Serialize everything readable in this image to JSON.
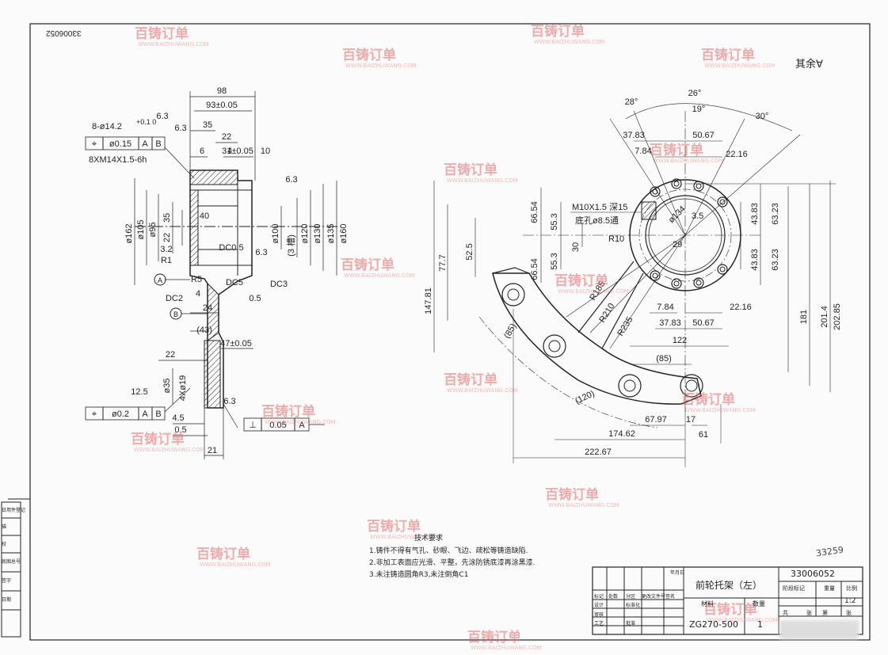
{
  "drawing": {
    "top_left_number": "33006052",
    "roughness_note": "其余∀",
    "handwritten": "33259"
  },
  "left_view": {
    "callout_hole": "8-ø14.2",
    "callout_hole_tol": "+0.1 0",
    "callout_thread": "8XM14X1.5-6h",
    "fcf1": {
      "symbol": "⌖",
      "tol": "ø0.15",
      "datum1": "A",
      "datum2": "B"
    },
    "fcf2": {
      "symbol": "⌖",
      "tol": "ø0.2",
      "datum1": "A",
      "datum2": "B"
    },
    "fcf3": {
      "symbol": "⊥",
      "tol": "0.05",
      "datum1": "A"
    },
    "dims_h": [
      "98",
      "93±0.05",
      "35",
      "22",
      "4",
      "31±0.05",
      "10",
      "6",
      "4",
      "24",
      "(43)",
      "22",
      "47±0.05",
      "4.5",
      "0.5",
      "21",
      "0.5"
    ],
    "dims_v": [
      "ø162",
      "ø105",
      "ø95",
      "35",
      "22",
      "ø100",
      "(3 槽)",
      "ø120",
      "ø130",
      "ø135",
      "ø160",
      "ø35",
      "4Xø19"
    ],
    "labels": [
      "40",
      "R5",
      "R1",
      "DC2",
      "DC5",
      "DC3",
      "DC0.5",
      "3.2",
      "6.3",
      "6.3",
      "6.3",
      "6.3",
      "12.5",
      "6.3",
      "A",
      "B"
    ]
  },
  "right_view": {
    "angles": [
      "28°",
      "26°",
      "19°",
      "30°"
    ],
    "dims_top": [
      "37.83",
      "50.67",
      "7.84",
      "22.16"
    ],
    "dims_bottom": [
      "7.84",
      "22.16",
      "37.83",
      "50.67",
      "122",
      "(85)",
      "67.97",
      "17",
      "61",
      "174.62",
      "222.67"
    ],
    "dims_left": [
      "66.54",
      "55.3",
      "52.5",
      "30",
      "55.3",
      "66.54",
      "77.7",
      "147.81"
    ],
    "dims_right": [
      "43.83",
      "63.23",
      "43.83",
      "63.23",
      "181",
      "201.4",
      "202.85"
    ],
    "labels": [
      "M10X1.5 深15",
      "底孔ø8.5通",
      "ø134",
      "3.5",
      "29",
      "R10",
      "R185",
      "R210",
      "R235",
      "(85)",
      "(120)"
    ]
  },
  "notes": {
    "title": "技术要求",
    "items": [
      "1.铸件不得有气孔、砂眼、飞边、疏松等铸造缺陷.",
      "2.非加工表面应光滑、平整，先涂防锈底漆再涂黑漆.",
      "3.未注铸造圆角R3,未注倒角C1"
    ]
  },
  "title_block": {
    "part_name": "前轮托架（左）",
    "drawing_number": "33006052",
    "material": "ZG270-500",
    "quantity": "1",
    "scale": "1:2",
    "headers": [
      "阶段标记",
      "重量",
      "比例"
    ],
    "row_labels": [
      "标记",
      "处数",
      "分区",
      "更改文件号",
      "签名",
      "年月日"
    ],
    "roles": [
      "设计",
      "标准化",
      "审核",
      "工艺",
      "批准"
    ],
    "cols": [
      "材料",
      "数量"
    ],
    "sheet": [
      "共",
      "张",
      "第",
      "张"
    ]
  },
  "side_labels": [
    "日用件登记",
    "描",
    "校",
    "底图总号",
    "签字",
    "日期"
  ],
  "watermark": {
    "text": "百铸订单",
    "sub": "WWW.BAIZHUWANG.COM",
    "color": "#e46a6a"
  }
}
